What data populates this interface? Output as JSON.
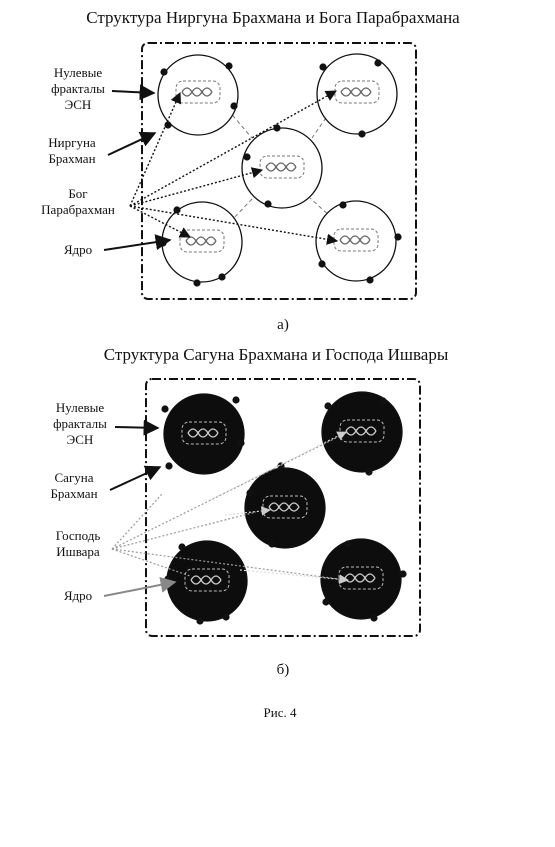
{
  "panel_a": {
    "title": "Структура Ниргуна Брахмана и Бога Парабрахмана",
    "labels": {
      "zero_fractals": [
        "Нулевые",
        "фракталы",
        "ЭСН"
      ],
      "brahman": [
        "Ниргуна",
        "Брахман"
      ],
      "god": [
        "Бог",
        "Парабрахман"
      ],
      "core": "Ядро"
    },
    "caption": "а)"
  },
  "panel_b": {
    "title": "Структура Сагуна Брахмана и Господа Ишвары",
    "labels": {
      "zero_fractals": [
        "Нулевые",
        "фракталы",
        "ЭСН"
      ],
      "brahman": [
        "Сагуна",
        "Брахман"
      ],
      "god": [
        "Господь",
        "Ишвара"
      ],
      "core": "Ядро"
    },
    "caption": "б)"
  },
  "figure_caption": "Рис. 4",
  "colors": {
    "line": "#111111",
    "fill_a": "#ffffff",
    "fill_b": "#0d0d0d",
    "guide_b": "#9a9a9a"
  },
  "icons": [
    "dna-icon",
    "nucleus-box-icon"
  ]
}
